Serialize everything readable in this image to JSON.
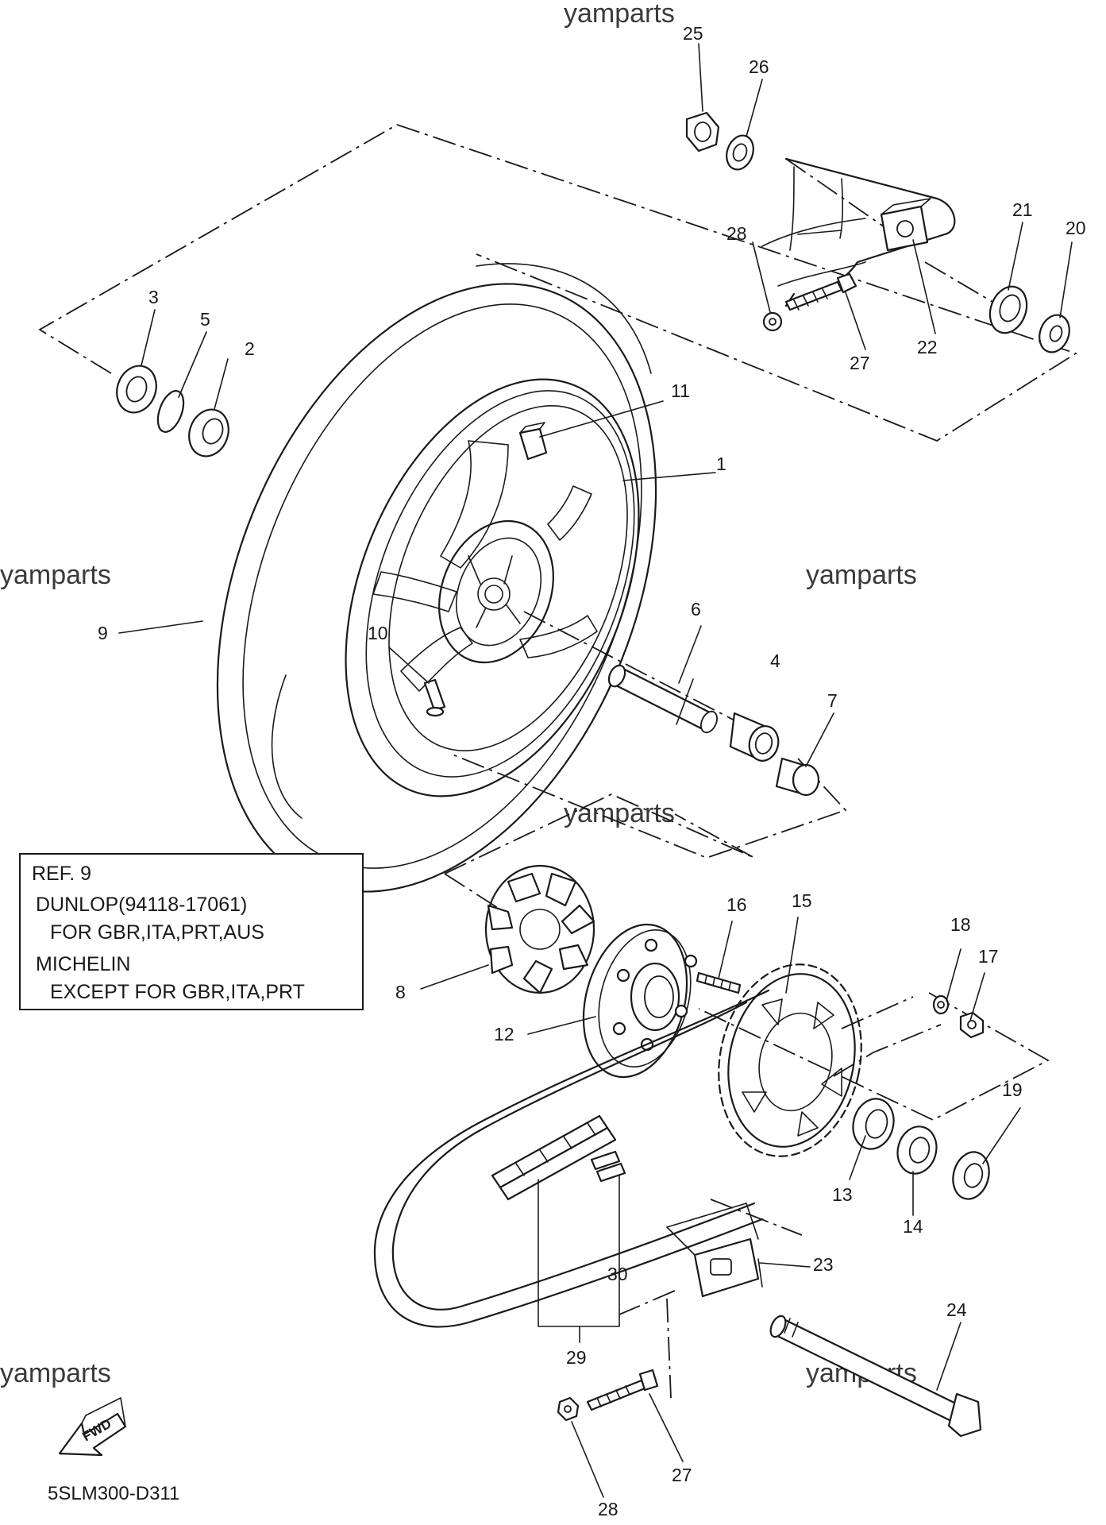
{
  "watermarks": [
    "yamparts",
    "yamparts",
    "yamparts",
    "yamparts",
    "yamparts",
    "yamparts"
  ],
  "callouts": {
    "p1": "1",
    "p2": "2",
    "p3": "3",
    "p4": "4",
    "p5": "5",
    "p6": "6",
    "p7": "7",
    "p8": "8",
    "p9": "9",
    "p10": "10",
    "p11": "11",
    "p12": "12",
    "p13": "13",
    "p14": "14",
    "p15": "15",
    "p16": "16",
    "p17": "17",
    "p18": "18",
    "p19": "19",
    "p20": "20",
    "p21": "21",
    "p22": "22",
    "p23": "23",
    "p24": "24",
    "p25": "25",
    "p26": "26",
    "p27a": "27",
    "p27b": "27",
    "p28a": "28",
    "p28b": "28",
    "p29": "29",
    "p30": "30"
  },
  "ref_box": {
    "lines": [
      "REF. 9",
      "DUNLOP(94118-17061)",
      "FOR GBR,ITA,PRT,AUS",
      "MICHELIN",
      "EXCEPT FOR GBR,ITA,PRT"
    ]
  },
  "fwd_label": "FWD",
  "diagram_code": "5SLM300-D311"
}
